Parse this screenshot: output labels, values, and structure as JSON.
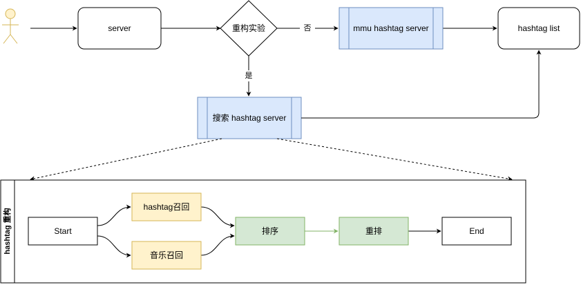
{
  "nodes": {
    "server": "server",
    "decision": "重构实验",
    "mmu": "mmu hashtag server",
    "hashtag_list": "hashtag list",
    "search": "搜索 hashtag server"
  },
  "edges": {
    "no_label": "否",
    "yes_label": "是"
  },
  "pool": {
    "title": "hashtag 重构",
    "start": "Start",
    "hashtag_recall": "hashtag召回",
    "music_recall": "音乐召回",
    "rank": "排序",
    "rerank": "重排",
    "end": "End"
  },
  "colors": {
    "actor_fill": "#fff2cc",
    "actor_stroke": "#d6b656",
    "process_fill": "#dae8fc",
    "process_stroke": "#6c8ebf",
    "yellow_fill": "#fff2cc",
    "yellow_stroke": "#d6b656",
    "green_fill": "#d5e8d4",
    "green_stroke": "#82b366"
  }
}
